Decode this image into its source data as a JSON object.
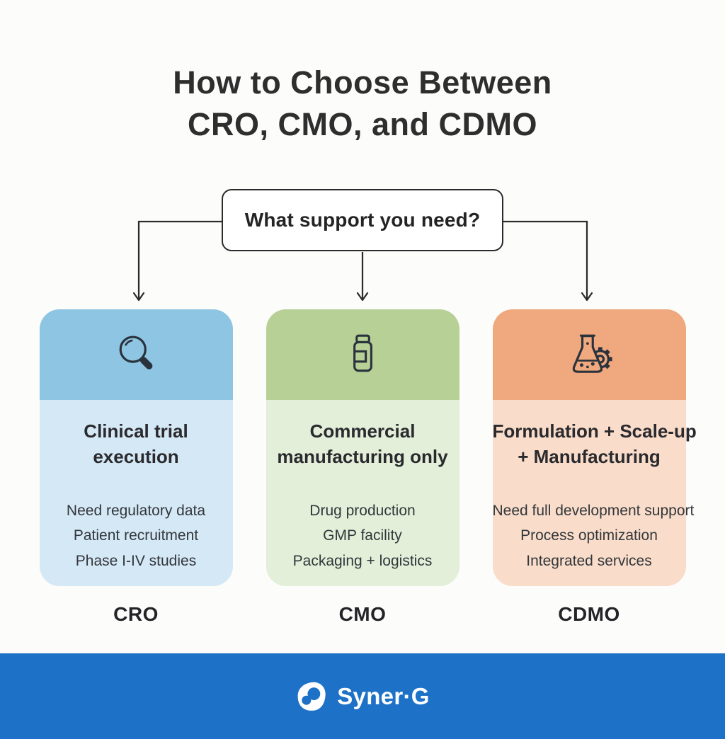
{
  "page": {
    "background": "#fcfcfb",
    "line_color": "#2b2b2b"
  },
  "title": {
    "line1": "How to Choose Between",
    "line2": "CRO, CMO, and CDMO"
  },
  "decision_box": {
    "label": "What support you need?"
  },
  "cards": [
    {
      "label": "CRO",
      "icon": "magnifier-icon",
      "header_color": "#8ec5e2",
      "body_color": "#d5e8f5",
      "title_lines": [
        "Clinical trial",
        "execution"
      ],
      "items": [
        "Need regulatory data",
        "Patient recruitment",
        "Phase I-IV studies"
      ]
    },
    {
      "label": "CMO",
      "icon": "pill-bottle-icon",
      "header_color": "#b6d096",
      "body_color": "#e3efd9",
      "title_lines": [
        "Commercial",
        "manufacturing only"
      ],
      "items": [
        "Drug production",
        "GMP facility",
        "Packaging + logistics"
      ]
    },
    {
      "label": "CDMO",
      "icon": "flask-gear-icon",
      "header_color": "#f0a87e",
      "body_color": "#f9dcc9",
      "title_lines": [
        "Formulation + Scale-up",
        "+ Manufacturing"
      ],
      "items": [
        "Need full development support",
        "Process optimization",
        "Integrated services"
      ]
    }
  ],
  "footer": {
    "brand": "Syner·G",
    "background": "#1d72c8"
  }
}
